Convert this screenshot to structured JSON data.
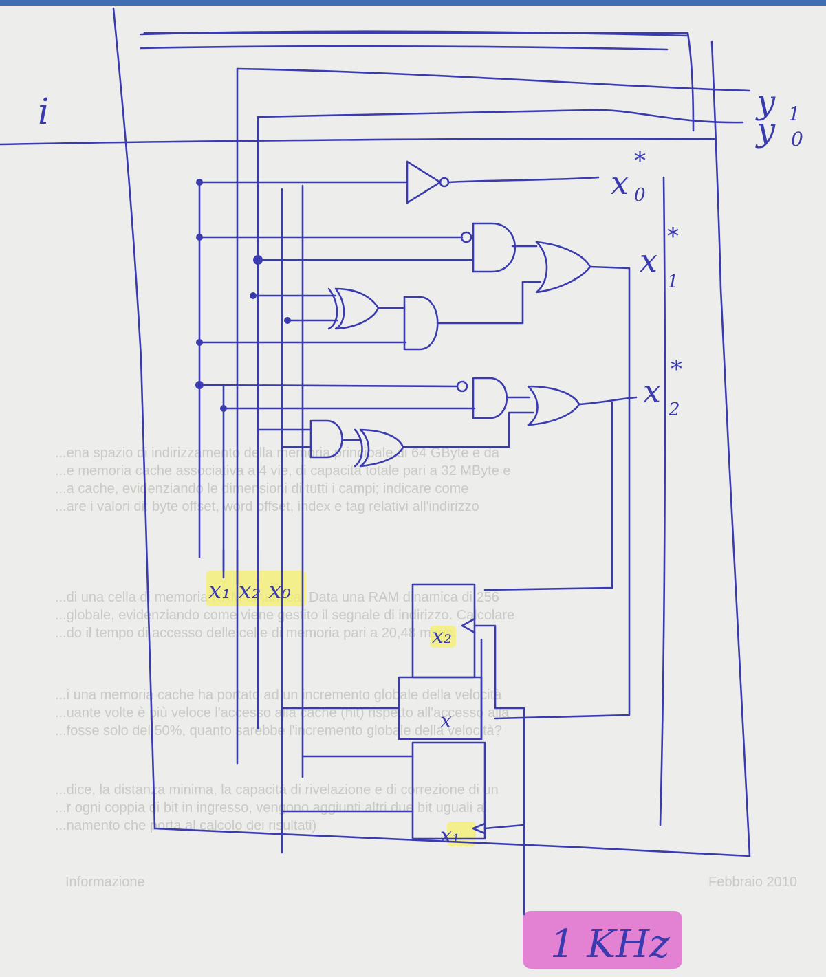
{
  "labels": {
    "input": "i",
    "out_y1": "y",
    "out_y1_sub": "1",
    "out_y0": "y",
    "out_y0_sub": "0",
    "x0": "x",
    "x0_sub": "0",
    "x0_star": "*",
    "x1": "x",
    "x1_sub": "1",
    "x1_star": "*",
    "x2": "x",
    "x2_sub": "2",
    "x2_star": "*",
    "bus": "x₁ x₂ x₀",
    "ff1": "x₂",
    "ff2": "x",
    "ff3": "x₁",
    "clock": "1 KHz"
  },
  "background": {
    "lines": [
      "...ena spazio di indirizzamento della memoria principale di 64 GByte e da",
      "...e memoria cache associativa a 4 vie, di capacità totale pari a 32 MByte e",
      "...a cache, evidenziando le dimensioni di tutti i campi; indicare come",
      "...are i valori di: byte offset, word offset, index e tag relativi all'indirizzo",
      "...di una cella di memoria RAM dinamica. Data una RAM dinamica di 256",
      "...globale, evidenziando come viene gestito il segnale di indirizzo. Calcolare",
      "...do il tempo di accesso delle celle di memoria pari a 20,48 msec.",
      "...i una memoria cache ha portato ad un incremento globale della velocità",
      "...uante volte è più veloce l'accesso alla cache (hit) rispetto all'accesso alla",
      "...fosse solo del 50%, quanto sarebbe l'incremento globale della velocità?",
      "...dice, la distanza minima, la capacità di rivelazione e di correzione di un",
      "...r ogni coppia di bit in ingresso, vengono aggiunti altri due bit uguali al",
      "...namento che porta al calcolo dei risultati)"
    ],
    "footer_left": "Informazione",
    "footer_right": "Febbraio 2010"
  },
  "colors": {
    "ink": "#3b3bb0",
    "paper": "#ededeb",
    "highlight_yellow": "#f4ef6e",
    "highlight_pink": "#e06fcf",
    "topbar": "#3f6fb2"
  }
}
